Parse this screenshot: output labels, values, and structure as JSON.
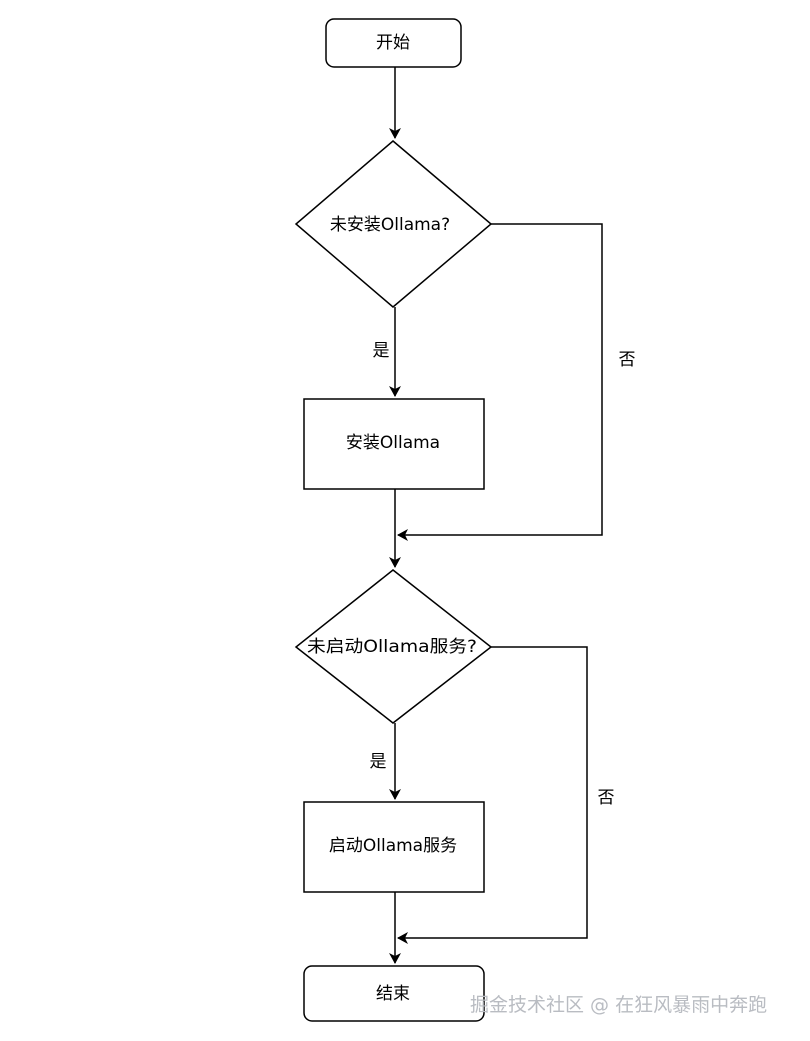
{
  "diagram": {
    "nodes": {
      "start": "开始",
      "check_installed": "未安装Ollama?",
      "install": "安装Ollama",
      "check_service": "未启动Ollama服务?",
      "start_service": "启动Ollama服务",
      "end": "结束"
    },
    "edges": {
      "install_yes": "是",
      "install_no": "否",
      "service_yes": "是",
      "service_no": "否"
    }
  },
  "watermark": "掘金技术社区 @ 在狂风暴雨中奔跑",
  "colors": {
    "stroke": "#000000",
    "background": "#ffffff",
    "watermark": "#b9bcc2"
  }
}
